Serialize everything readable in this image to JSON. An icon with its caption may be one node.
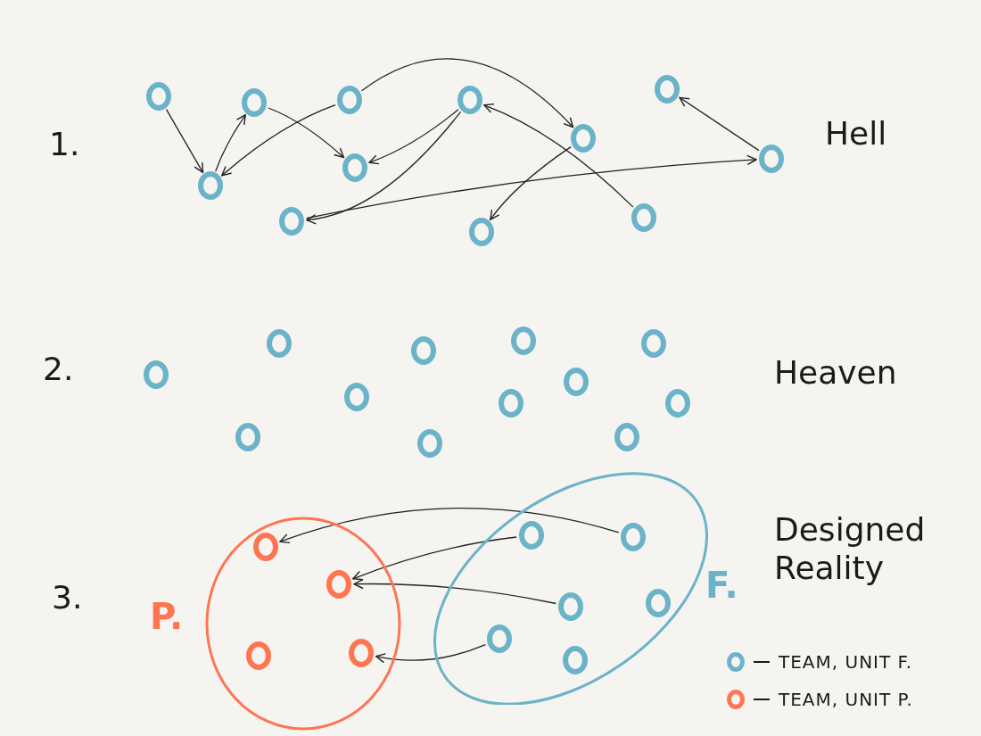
{
  "diagram": {
    "nodes": [
      {
        "text": [],
        "shape": "circle"
      },
      {
        "text": [],
        "shape": "circle"
      },
      {
        "text": [],
        "shape": "circle"
      },
      {
        "text": [],
        "shape": "circle"
      },
      {
        "text": [],
        "shape": "circle"
      },
      {
        "text": [],
        "shape": "circle"
      },
      {
        "text": [],
        "shape": "circle"
      },
      {
        "text": [],
        "shape": "circle"
      },
      {
        "text": [],
        "shape": "circle"
      },
      {
        "text": [],
        "shape": "circle"
      },
      {
        "text": [],
        "shape": "circle"
      },
      {
        "text": [],
        "shape": "circle"
      },
      {
        "text": [],
        "shape": "circle"
      },
      {
        "text": [],
        "shape": "circle"
      },
      {
        "text": [],
        "shape": "circle"
      },
      {
        "text": [],
        "shape": "circle"
      },
      {
        "text": [],
        "shape": "circle"
      },
      {
        "text": [],
        "shape": "circle"
      },
      {
        "text": [],
        "shape": "circle"
      },
      {
        "text": [],
        "shape": "circle"
      },
      {
        "text": [],
        "shape": "circle"
      },
      {
        "text": [],
        "shape": "circle"
      },
      {
        "text": [],
        "shape": "circle"
      },
      {
        "text": [],
        "shape": "circle"
      },
      {
        "text": [
          "P."
        ]
      },
      {
        "text": [],
        "shape": "circle",
        "in": 24
      },
      {
        "text": [],
        "shape": "circle",
        "in": 24
      },
      {
        "text": [],
        "shape": "circle",
        "in": 24
      },
      {
        "text": [],
        "shape": "circle",
        "in": 24
      },
      {
        "text": [
          "F."
        ]
      },
      {
        "text": [],
        "shape": "circle",
        "in": 29
      },
      {
        "text": [],
        "shape": "circle",
        "in": 29
      },
      {
        "text": [],
        "shape": "circle",
        "in": 29
      },
      {
        "text": [],
        "shape": "circle",
        "in": 29
      },
      {
        "text": [],
        "shape": "circle",
        "in": 29
      },
      {
        "text": [],
        "shape": "circle",
        "in": 29
      }
    ],
    "edges": [
      {
        "from": 0,
        "to": 5,
        "arrow": "to"
      },
      {
        "from": 5,
        "to": 1,
        "arrow": "to"
      },
      {
        "from": 2,
        "to": 5,
        "arrow": "to"
      },
      {
        "from": 1,
        "to": 6,
        "arrow": "to"
      },
      {
        "from": 3,
        "to": 6,
        "arrow": "to"
      },
      {
        "from": 2,
        "to": 7,
        "arrow": "to"
      },
      {
        "from": 3,
        "to": 9,
        "arrow": "to"
      },
      {
        "from": 9,
        "to": 8,
        "arrow": "to"
      },
      {
        "from": 7,
        "to": 10,
        "arrow": "to"
      },
      {
        "from": 11,
        "to": 3,
        "arrow": "to"
      },
      {
        "from": 8,
        "to": 4,
        "arrow": "to"
      },
      {
        "from": 31,
        "to": 25,
        "arrow": "to"
      },
      {
        "from": 30,
        "to": 26,
        "arrow": "to"
      },
      {
        "from": 32,
        "to": 26,
        "arrow": "to"
      },
      {
        "from": 34,
        "to": 28,
        "arrow": "to"
      }
    ],
    "labels": [
      "1.",
      "Hell",
      "2.",
      "Heaven",
      "3.",
      "Designed Reality"
    ],
    "legend": [
      {
        "text": "TEAM, UNIT F.",
        "color": "#6bb3c9"
      },
      {
        "text": "TEAM, UNIT P.",
        "color": "#ff7552"
      }
    ]
  }
}
